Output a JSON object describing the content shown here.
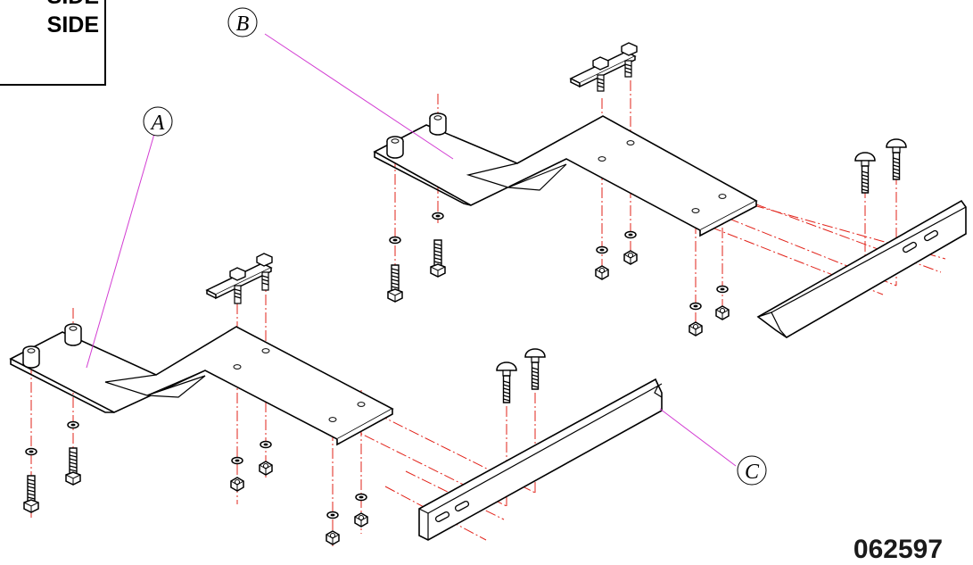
{
  "side_box": {
    "line1": "SIDE",
    "line2": "SIDE"
  },
  "callouts": {
    "a": "A",
    "b": "B",
    "c": "C"
  },
  "drawing_number": "062597",
  "colors": {
    "outline": "#000000",
    "centerline": "#e2231a",
    "leader": "#d23cd2"
  }
}
